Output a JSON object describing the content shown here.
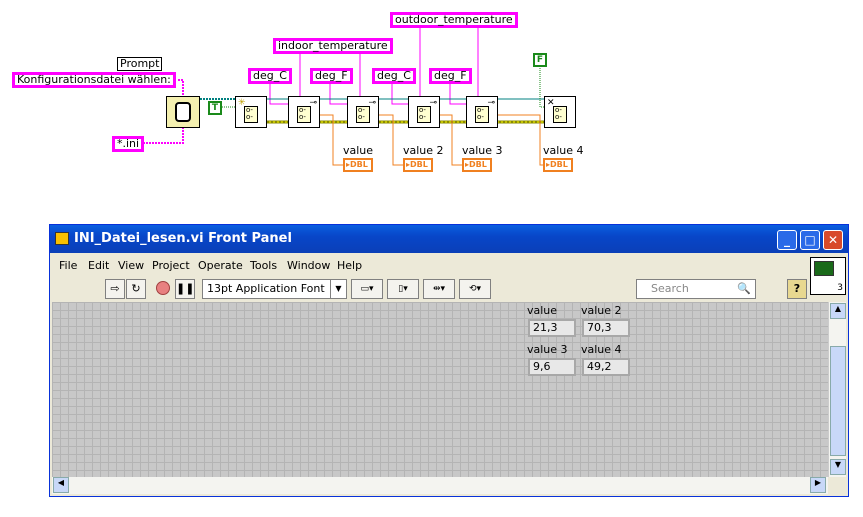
{
  "diagram": {
    "prompt_label": "Prompt",
    "prompt_value": "Konfigurationsdatei wählen:",
    "pattern_value": "*.ini",
    "true_const": "T",
    "false_const": "F",
    "section_indoor": "indoor_temperature",
    "section_outdoor": "outdoor_temperature",
    "keys": [
      "deg_C",
      "deg_F",
      "deg_C",
      "deg_F"
    ],
    "indicators": [
      {
        "label": "value",
        "type": "DBL"
      },
      {
        "label": "value 2",
        "type": "DBL"
      },
      {
        "label": "value 3",
        "type": "DBL"
      },
      {
        "label": "value 4",
        "type": "DBL"
      }
    ]
  },
  "window": {
    "title": "INI_Datei_lesen.vi Front Panel",
    "menu": [
      "File",
      "Edit",
      "View",
      "Project",
      "Operate",
      "Tools",
      "Window",
      "Help"
    ],
    "font_select": "13pt Application Font",
    "search_placeholder": "Search",
    "help": "?",
    "connector_num": "3"
  },
  "panel": {
    "indicators": [
      {
        "label": "value",
        "value": "21,3"
      },
      {
        "label": "value 2",
        "value": "70,3"
      },
      {
        "label": "value 3",
        "value": "9,6"
      },
      {
        "label": "value 4",
        "value": "49,2"
      }
    ]
  }
}
